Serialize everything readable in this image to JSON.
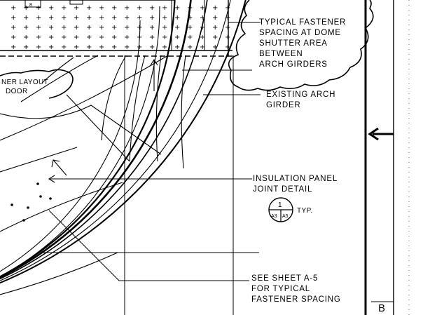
{
  "notes": {
    "fastener_spacing": [
      "TYPICAL FASTENER",
      "SPACING AT DOME",
      "SHUTTER AREA",
      "BETWEEN",
      "ARCH GIRDERS"
    ],
    "arch_girder": [
      "EXISTING ARCH",
      "GIRDER"
    ],
    "insulation_joint": [
      "INSULATION PANEL",
      "JOINT DETAIL"
    ],
    "see_sheet": [
      "SEE SHEET A-5",
      "FOR TYPICAL",
      "FASTENER SPACING"
    ],
    "layout_door": [
      "NER LAYOUT",
      "DOOR"
    ]
  },
  "detail_callout": {
    "number": "1",
    "sheet_left": "A3",
    "sheet_right": "A5",
    "suffix": "TYP."
  },
  "grid_label": "B",
  "top_label": "8"
}
